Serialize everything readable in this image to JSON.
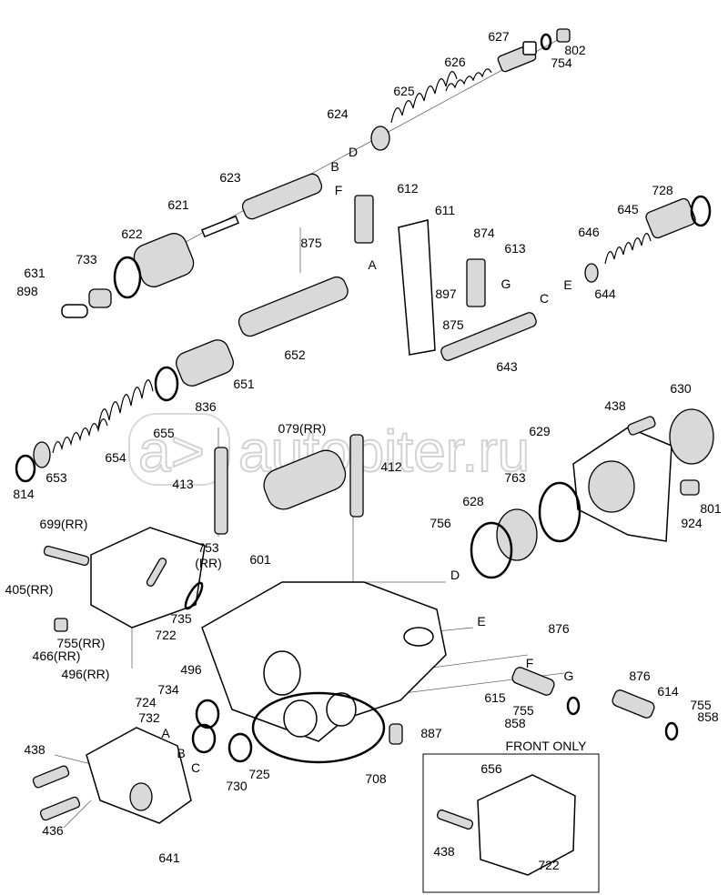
{
  "diagram": {
    "type": "exploded-parts-diagram",
    "watermark": "autopiter.ru",
    "inset_title": "FRONT ONLY",
    "labels": [
      "627",
      "802",
      "754",
      "626",
      "625",
      "624",
      "D",
      "B",
      "623",
      "F",
      "612",
      "611",
      "728",
      "645",
      "621",
      "622",
      "874",
      "613",
      "646",
      "875",
      "733",
      "A",
      "631",
      "898",
      "897",
      "G",
      "E",
      "644",
      "C",
      "875",
      "652",
      "643",
      "651",
      "630",
      "836",
      "438",
      "629",
      "079(RR)",
      "655",
      "654",
      "412",
      "653",
      "763",
      "413",
      "814",
      "628",
      "801",
      "924",
      "756",
      "699(RR)",
      "753",
      "(RR)",
      "601",
      "405(RR)",
      "D",
      "E",
      "735",
      "722",
      "755(RR)",
      "876",
      "466(RR)",
      "F",
      "496",
      "496(RR)",
      "734",
      "G",
      "876",
      "614",
      "724",
      "615",
      "755",
      "732",
      "755",
      "887",
      "858",
      "858",
      "A",
      "B",
      "656",
      "C",
      "438",
      "730",
      "725",
      "708",
      "436",
      "438",
      "722",
      "641"
    ]
  }
}
